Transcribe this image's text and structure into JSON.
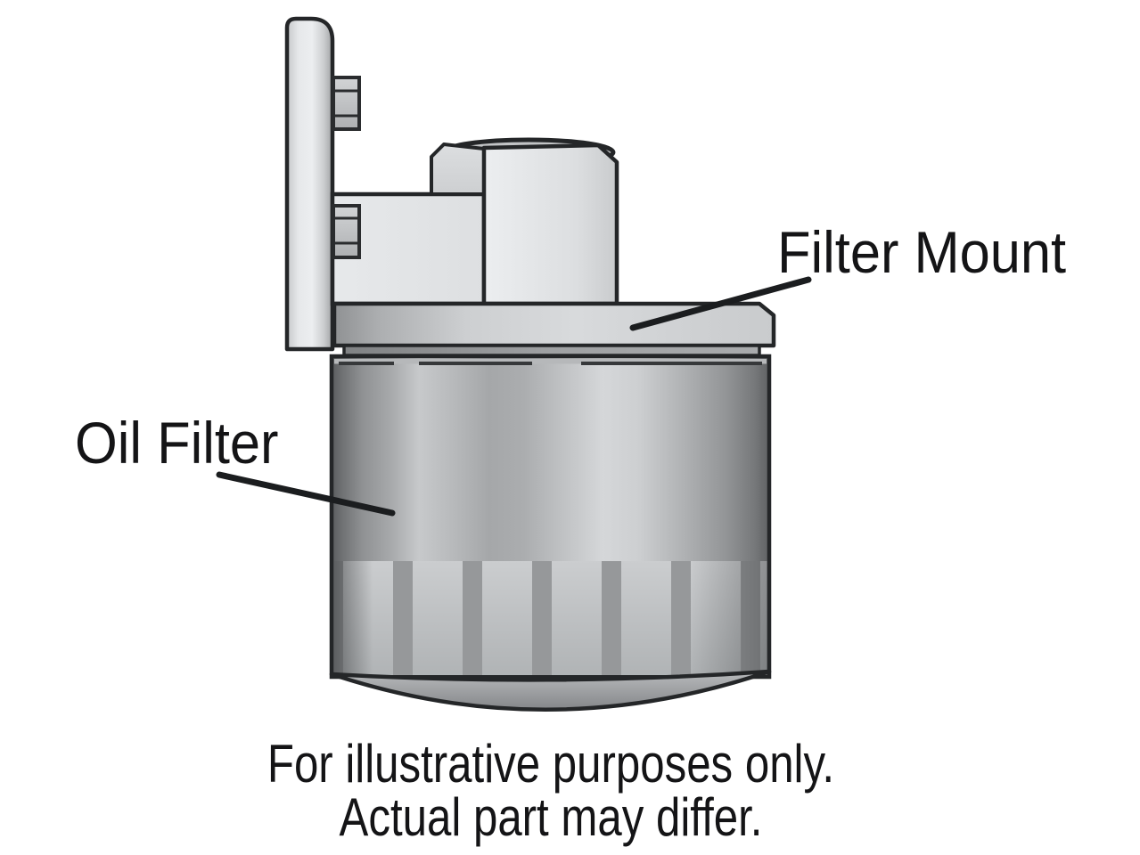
{
  "figure": {
    "type": "technical-illustration",
    "subject": "oil-filter-and-mount-side-view",
    "labels": {
      "filter_mount": "Filter Mount",
      "oil_filter": "Oil Filter"
    },
    "caption": {
      "line1": "For illustrative purposes only.",
      "line2": "Actual part may differ."
    },
    "colors": {
      "background": "#ffffff",
      "ink_outline": "#242628",
      "text": "#141416",
      "leader_line": "#1b1d1f",
      "metal_highlight": "#eceef0",
      "metal_light": "#cdd0d2",
      "metal_mid": "#a8aaac",
      "metal_dark": "#5a5c5e"
    },
    "parts": [
      {
        "name": "mounting-bracket"
      },
      {
        "name": "mounting-bolt-upper"
      },
      {
        "name": "mounting-bolt-lower"
      },
      {
        "name": "filter-mount-block"
      },
      {
        "name": "hex-fitting"
      },
      {
        "name": "mount-flange"
      },
      {
        "name": "gasket"
      },
      {
        "name": "oil-filter-canister"
      },
      {
        "name": "wrench-flutes"
      },
      {
        "name": "dome-base"
      }
    ]
  }
}
